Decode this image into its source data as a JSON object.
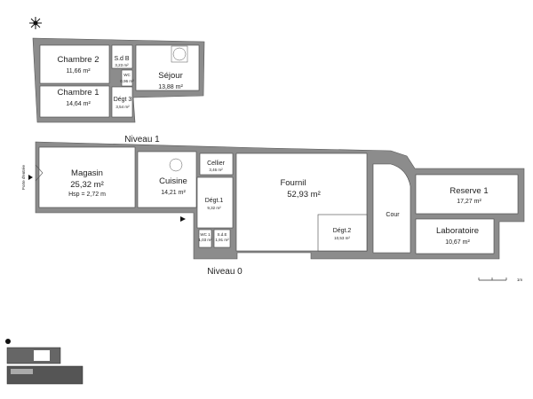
{
  "compass": {
    "icon": "compass-rose-icon"
  },
  "levels": [
    {
      "title": "Niveau 1",
      "rooms": [
        {
          "name": "Chambre 2",
          "area": "11,66 m²"
        },
        {
          "name": "Chambre 1",
          "area": "14,64 m²"
        },
        {
          "name": "S.d B",
          "area": "3,23 m²"
        },
        {
          "name": "WC",
          "area": "0,96 m²"
        },
        {
          "name": "Dégt 3",
          "area": "3,54 m²"
        },
        {
          "name": "Séjour",
          "area": "13,88 m²"
        }
      ]
    },
    {
      "title": "Niveau 0",
      "entrance": "Porte d'entrée",
      "rooms": [
        {
          "name": "Magasin",
          "area": "25,32 m²",
          "height": "Hsp = 2,72 m"
        },
        {
          "name": "Cuisine",
          "area": "14,21 m²"
        },
        {
          "name": "Cellier",
          "area": "3,46 m²"
        },
        {
          "name": "Dégt.1",
          "area": "9,32 m²"
        },
        {
          "name": "WC 1",
          "area": "1,03 m²"
        },
        {
          "name": "S.d.E",
          "area": "1,91 m²"
        },
        {
          "name": "Fournil",
          "area": "52,93 m²"
        },
        {
          "name": "Dégt.2",
          "area": "10,53 m²"
        },
        {
          "name": "Cour",
          "area": ""
        },
        {
          "name": "Reserve 1",
          "area": "17,27 m²"
        },
        {
          "name": "Laboratoire",
          "area": "10,67 m²"
        }
      ]
    }
  ],
  "scale_bar": {
    "label": "1m"
  },
  "colors": {
    "wall": "#8c8c8c",
    "room": "#ffffff"
  }
}
